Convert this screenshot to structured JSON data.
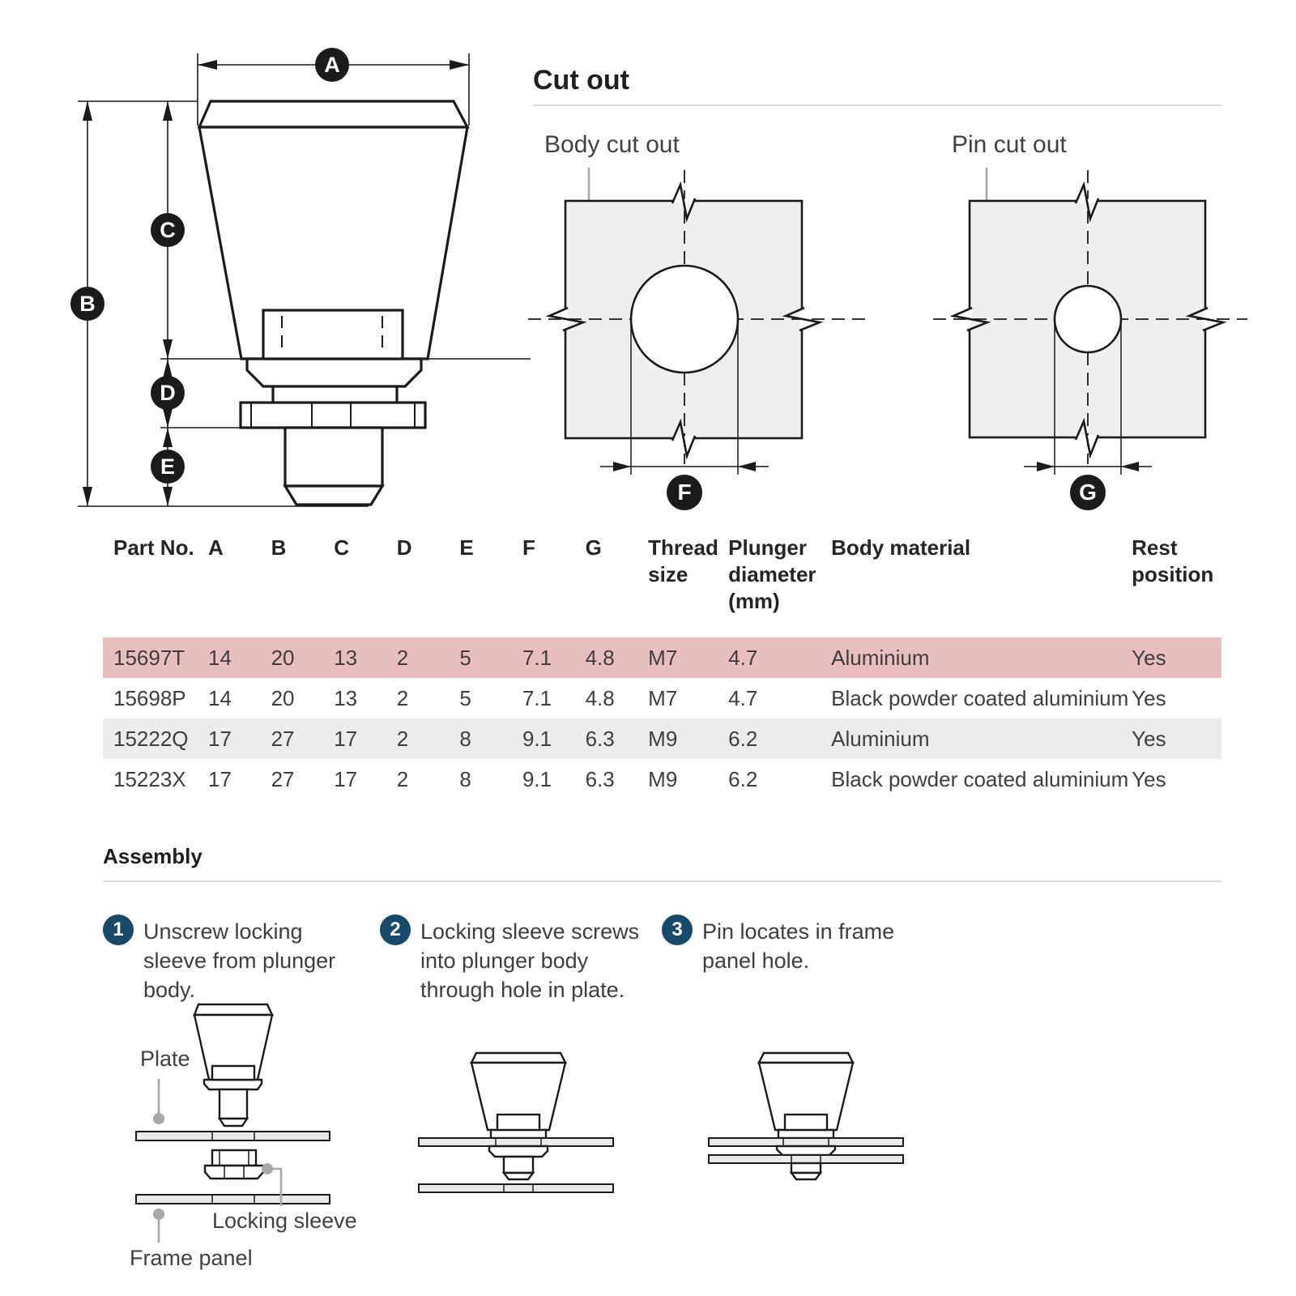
{
  "headings": {
    "cutout": "Cut out",
    "assembly": "Assembly"
  },
  "drawing_labels": {
    "a": "A",
    "b": "B",
    "c": "C",
    "d": "D",
    "e": "E"
  },
  "cutout": {
    "body_label": "Body cut out",
    "pin_label": "Pin cut out",
    "f": "F",
    "g": "G"
  },
  "table": {
    "headers": [
      "Part No.",
      "A",
      "B",
      "C",
      "D",
      "E",
      "F",
      "G",
      "Thread size",
      "Plunger diameter (mm)",
      "Body material",
      "Rest position"
    ],
    "rows": [
      {
        "highlight": "pink",
        "cells": [
          "15697T",
          "14",
          "20",
          "13",
          "2",
          "5",
          "7.1",
          "4.8",
          "M7",
          "4.7",
          "Aluminium",
          "Yes"
        ]
      },
      {
        "highlight": "none",
        "cells": [
          "15698P",
          "14",
          "20",
          "13",
          "2",
          "5",
          "7.1",
          "4.8",
          "M7",
          "4.7",
          "Black powder coated aluminium",
          "Yes"
        ]
      },
      {
        "highlight": "grey",
        "cells": [
          "15222Q",
          "17",
          "27",
          "17",
          "2",
          "8",
          "9.1",
          "6.3",
          "M9",
          "6.2",
          "Aluminium",
          "Yes"
        ]
      },
      {
        "highlight": "none",
        "cells": [
          "15223X",
          "17",
          "27",
          "17",
          "2",
          "8",
          "9.1",
          "6.3",
          "M9",
          "6.2",
          "Black powder coated aluminium",
          "Yes"
        ]
      }
    ]
  },
  "assembly": {
    "steps": [
      {
        "num": "1",
        "text": "Unscrew locking sleeve from plunger body."
      },
      {
        "num": "2",
        "text": "Locking sleeve screws into plunger body through hole in plate."
      },
      {
        "num": "3",
        "text": "Pin locates in frame panel hole."
      }
    ],
    "part_labels": {
      "plate": "Plate",
      "locking_sleeve": "Locking sleeve",
      "frame_panel": "Frame panel"
    }
  },
  "colors": {
    "highlight_row_pink": "#e8bec0",
    "alt_row_grey": "#ececed",
    "panel_fill": "#eef0f0",
    "drawing_ink": "#1b1b1b",
    "step_badge_blue": "#17496b",
    "leader_grey": "#a6a8ab",
    "rule_grey": "#dadbdc"
  }
}
